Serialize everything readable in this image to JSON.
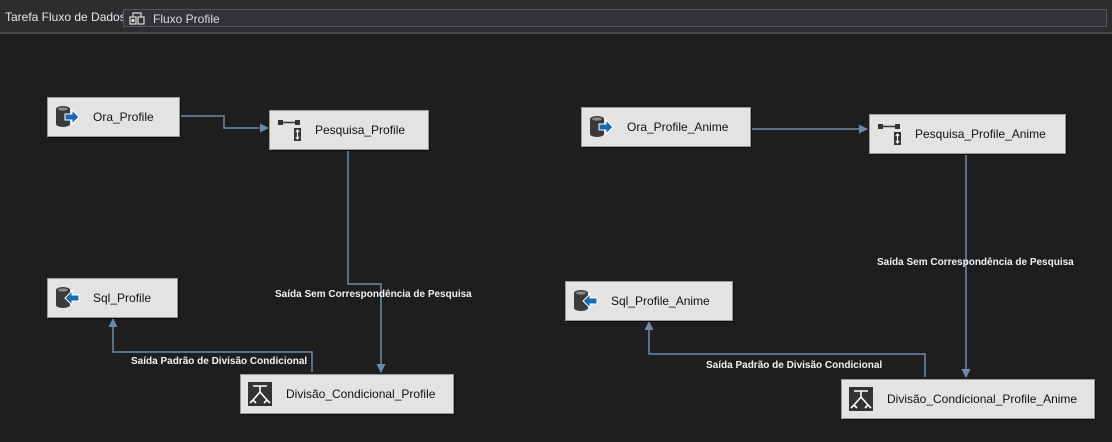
{
  "toolbar": {
    "label": "Tarefa Fluxo de Dados:",
    "selected_task": "Fluxo Profile",
    "task_icon": "data-flow-icon"
  },
  "components": {
    "ora_profile": {
      "name": "Ora_Profile",
      "icon": "ole-db-source-icon"
    },
    "pesquisa_profile": {
      "name": "Pesquisa_Profile",
      "icon": "lookup-icon"
    },
    "sql_profile": {
      "name": "Sql_Profile",
      "icon": "ole-db-destination-icon"
    },
    "divisao_profile": {
      "name": "Divisão_Condicional_Profile",
      "icon": "conditional-split-icon"
    },
    "ora_profile_anime": {
      "name": "Ora_Profile_Anime",
      "icon": "ole-db-source-icon"
    },
    "pesquisa_profile_anime": {
      "name": "Pesquisa_Profile_Anime",
      "icon": "lookup-icon"
    },
    "sql_profile_anime": {
      "name": "Sql_Profile_Anime",
      "icon": "ole-db-destination-icon"
    },
    "divisao_profile_anime": {
      "name": "Divisão_Condicional_Profile_Anime",
      "icon": "conditional-split-icon"
    }
  },
  "edge_labels": {
    "no_match_1": "Saída Sem Correspondência de Pesquisa",
    "default_split_1": "Saída Padrão de Divisão Condicional",
    "no_match_2": "Saída Sem Correspondência de Pesquisa",
    "default_split_2": "Saída Padrão de Divisão Condicional"
  },
  "colors": {
    "canvas": "#1e1e1e",
    "connector": "#6f89a8",
    "component_fill": "#e3e3e3",
    "icon_blue": "#1a68b0"
  }
}
